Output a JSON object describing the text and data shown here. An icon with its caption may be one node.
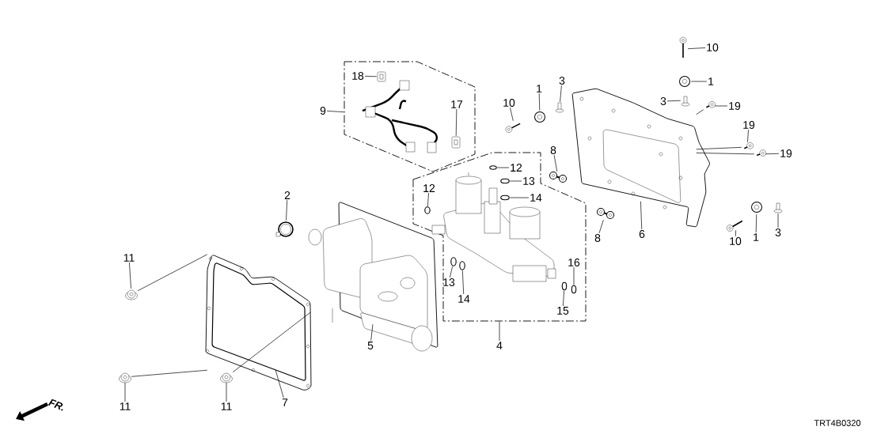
{
  "diagram": {
    "nodes": [
      {
        "text": [],
        "shape": "box"
      },
      {
        "text": [
          "18"
        ],
        "in": 0
      },
      {
        "text": [],
        "shape": "picture",
        "in": 0
      },
      {
        "text": [
          "17"
        ],
        "in": 0
      },
      {
        "text": [],
        "shape": "picture",
        "in": 0
      },
      {
        "text": [
          "9"
        ]
      },
      {
        "text": [
          "10"
        ]
      },
      {
        "text": [],
        "shape": "picture"
      },
      {
        "text": [
          "1"
        ]
      },
      {
        "text": [],
        "shape": "picture"
      },
      {
        "text": [
          "3"
        ]
      },
      {
        "text": [],
        "shape": "picture"
      },
      {
        "text": [
          "10"
        ]
      },
      {
        "text": [],
        "shape": "picture"
      },
      {
        "text": [
          "1"
        ]
      },
      {
        "text": [],
        "shape": "picture"
      },
      {
        "text": [
          "3"
        ]
      },
      {
        "text": [],
        "shape": "picture"
      },
      {
        "text": [
          "19"
        ]
      },
      {
        "text": [],
        "shape": "picture"
      },
      {
        "text": [
          "19"
        ]
      },
      {
        "text": [],
        "shape": "picture"
      },
      {
        "text": [
          "19"
        ]
      },
      {
        "text": [],
        "shape": "picture"
      },
      {
        "text": [],
        "shape": "picture"
      },
      {
        "text": [
          "6"
        ]
      },
      {
        "text": [
          "8"
        ]
      },
      {
        "text": [],
        "shape": "picture"
      },
      {
        "text": [
          "8"
        ]
      },
      {
        "text": [],
        "shape": "picture"
      },
      {
        "text": [
          "10"
        ]
      },
      {
        "text": [],
        "shape": "picture"
      },
      {
        "text": [
          "1"
        ]
      },
      {
        "text": [],
        "shape": "picture"
      },
      {
        "text": [
          "3"
        ]
      },
      {
        "text": [],
        "shape": "picture"
      },
      {
        "text": [],
        "shape": "box"
      },
      {
        "text": [
          "12"
        ],
        "in": 36
      },
      {
        "text": [],
        "shape": "picture",
        "in": 36
      },
      {
        "text": [
          "13"
        ],
        "in": 36
      },
      {
        "text": [],
        "shape": "picture",
        "in": 36
      },
      {
        "text": [
          "14"
        ],
        "in": 36
      },
      {
        "text": [],
        "shape": "picture",
        "in": 36
      },
      {
        "text": [
          "12"
        ],
        "in": 36
      },
      {
        "text": [],
        "shape": "picture",
        "in": 36
      },
      {
        "text": [
          "13"
        ],
        "in": 36
      },
      {
        "text": [],
        "shape": "picture",
        "in": 36
      },
      {
        "text": [
          "14"
        ],
        "in": 36
      },
      {
        "text": [],
        "shape": "picture",
        "in": 36
      },
      {
        "text": [
          "16"
        ],
        "in": 36
      },
      {
        "text": [],
        "shape": "picture",
        "in": 36
      },
      {
        "text": [
          "15"
        ],
        "in": 36
      },
      {
        "text": [],
        "shape": "picture",
        "in": 36
      },
      {
        "text": [
          "4"
        ]
      },
      {
        "text": [
          "2"
        ]
      },
      {
        "text": [],
        "shape": "picture"
      },
      {
        "text": [],
        "shape": "picture"
      },
      {
        "text": [
          "5"
        ]
      },
      {
        "text": [],
        "shape": "picture"
      },
      {
        "text": [
          "7"
        ]
      },
      {
        "text": [
          "11"
        ]
      },
      {
        "text": [],
        "shape": "picture"
      },
      {
        "text": [
          "11"
        ]
      },
      {
        "text": [],
        "shape": "picture"
      },
      {
        "text": [
          "11"
        ]
      },
      {
        "text": [],
        "shape": "picture"
      }
    ],
    "edges": [
      {
        "from": 5,
        "to": 0,
        "arrow": "none"
      },
      {
        "from": 1,
        "to": 2,
        "arrow": "none"
      },
      {
        "from": 3,
        "to": 4,
        "arrow": "none"
      },
      {
        "from": 6,
        "to": 7,
        "arrow": "none"
      },
      {
        "from": 8,
        "to": 9,
        "arrow": "none"
      },
      {
        "from": 10,
        "to": 11,
        "arrow": "none"
      },
      {
        "from": 12,
        "to": 13,
        "arrow": "none"
      },
      {
        "from": 14,
        "to": 15,
        "arrow": "none"
      },
      {
        "from": 16,
        "to": 17,
        "arrow": "none"
      },
      {
        "from": 18,
        "to": 19,
        "arrow": "none"
      },
      {
        "from": 20,
        "to": 21,
        "arrow": "none"
      },
      {
        "from": 22,
        "to": 23,
        "arrow": "none"
      },
      {
        "from": 25,
        "to": 24,
        "arrow": "none"
      },
      {
        "from": 26,
        "to": 27,
        "arrow": "none"
      },
      {
        "from": 28,
        "to": 29,
        "arrow": "none"
      },
      {
        "from": 30,
        "to": 31,
        "arrow": "none"
      },
      {
        "from": 32,
        "to": 33,
        "arrow": "none"
      },
      {
        "from": 34,
        "to": 35,
        "arrow": "none"
      },
      {
        "from": 37,
        "to": 38,
        "arrow": "none"
      },
      {
        "from": 39,
        "to": 40,
        "arrow": "none"
      },
      {
        "from": 41,
        "to": 42,
        "arrow": "none"
      },
      {
        "from": 43,
        "to": 44,
        "arrow": "none"
      },
      {
        "from": 45,
        "to": 46,
        "arrow": "none"
      },
      {
        "from": 47,
        "to": 48,
        "arrow": "none"
      },
      {
        "from": 49,
        "to": 50,
        "arrow": "none"
      },
      {
        "from": 51,
        "to": 52,
        "arrow": "none"
      },
      {
        "from": 53,
        "to": 36,
        "arrow": "none"
      },
      {
        "from": 54,
        "to": 55,
        "arrow": "none"
      },
      {
        "from": 57,
        "to": 56,
        "arrow": "none"
      },
      {
        "from": 59,
        "to": 58,
        "arrow": "none"
      },
      {
        "from": 60,
        "to": 61,
        "arrow": "none"
      },
      {
        "from": 62,
        "to": 63,
        "arrow": "none"
      },
      {
        "from": 64,
        "to": 65,
        "arrow": "none"
      },
      {
        "from": 61,
        "to": 58,
        "arrow": "none"
      },
      {
        "from": 63,
        "to": 58,
        "arrow": "none"
      },
      {
        "from": 65,
        "to": 58,
        "arrow": "none"
      },
      {
        "from": 19,
        "to": 24,
        "arrow": "none"
      },
      {
        "from": 21,
        "to": 24,
        "arrow": "none"
      },
      {
        "from": 23,
        "to": 24,
        "arrow": "none"
      }
    ],
    "labels": [
      "FR.",
      "TRT4B0320"
    ]
  }
}
